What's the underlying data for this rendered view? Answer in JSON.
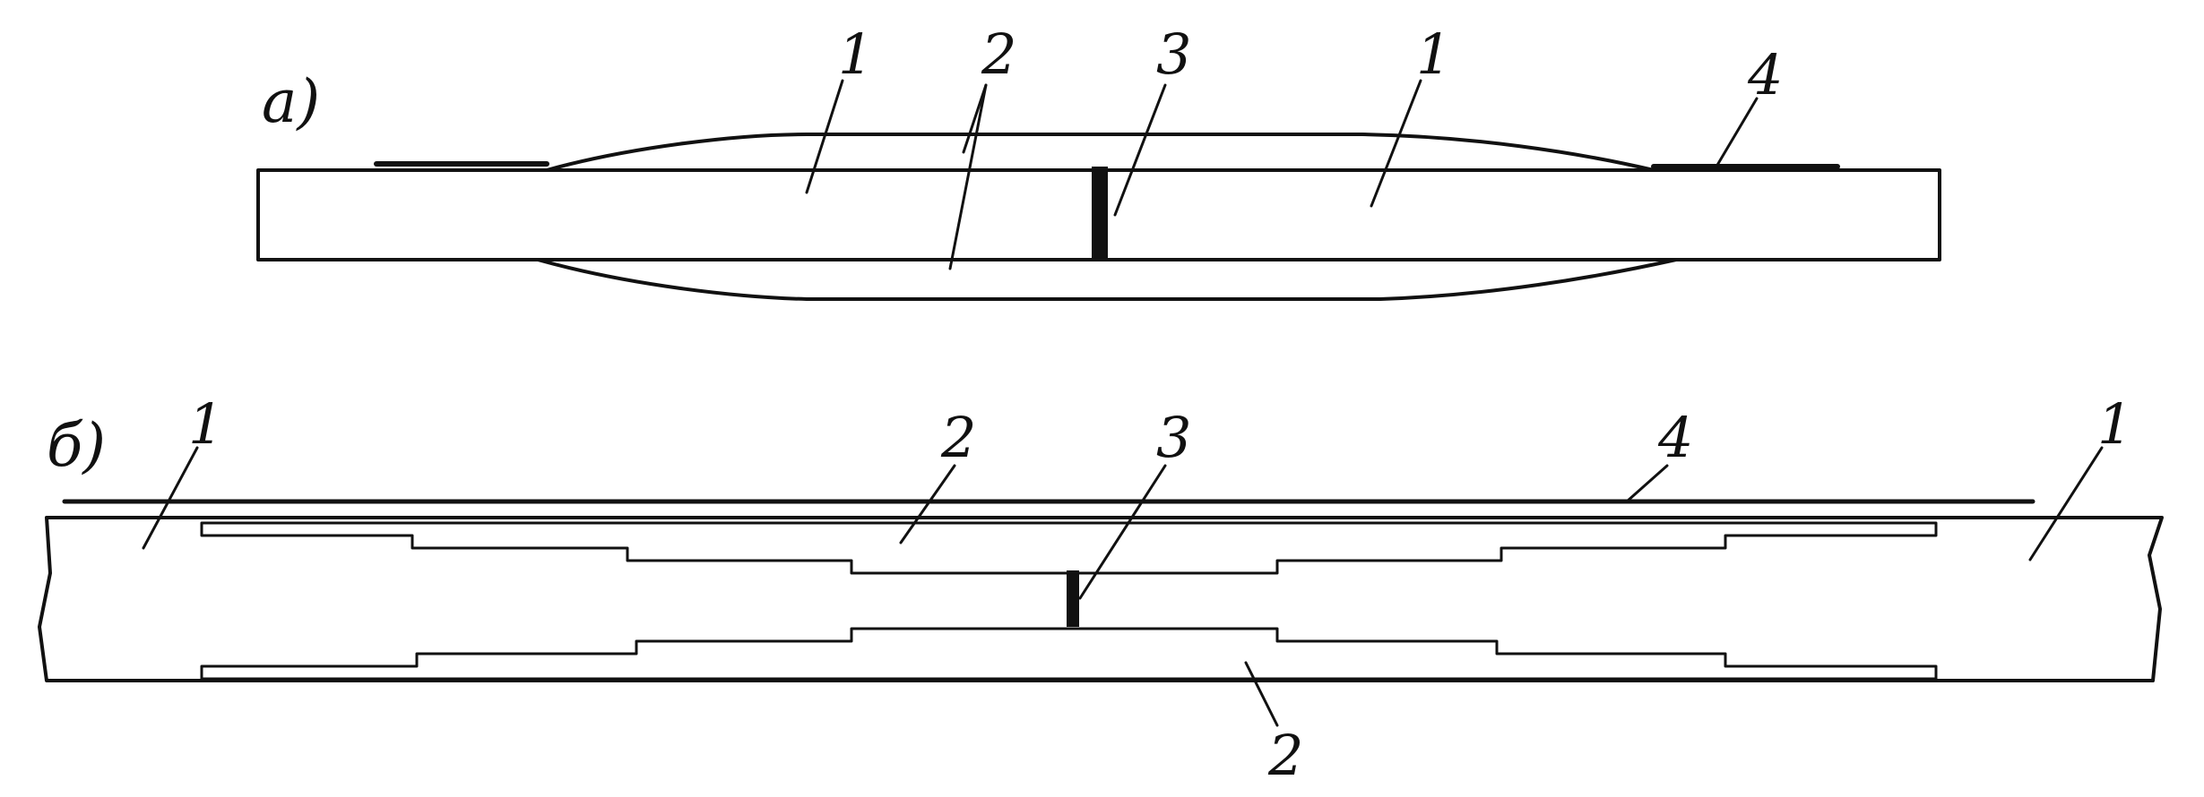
{
  "figure": {
    "view_a": {
      "label": "a)",
      "callouts": {
        "c1_left": "1",
        "c2": "2",
        "c3": "3",
        "c1_right": "1",
        "c4": "4"
      }
    },
    "view_b": {
      "label": "б)",
      "callouts": {
        "c1_left": "1",
        "c2_top": "2",
        "c3": "3",
        "c4": "4",
        "c1_right": "1",
        "c2_bottom": "2"
      }
    }
  }
}
